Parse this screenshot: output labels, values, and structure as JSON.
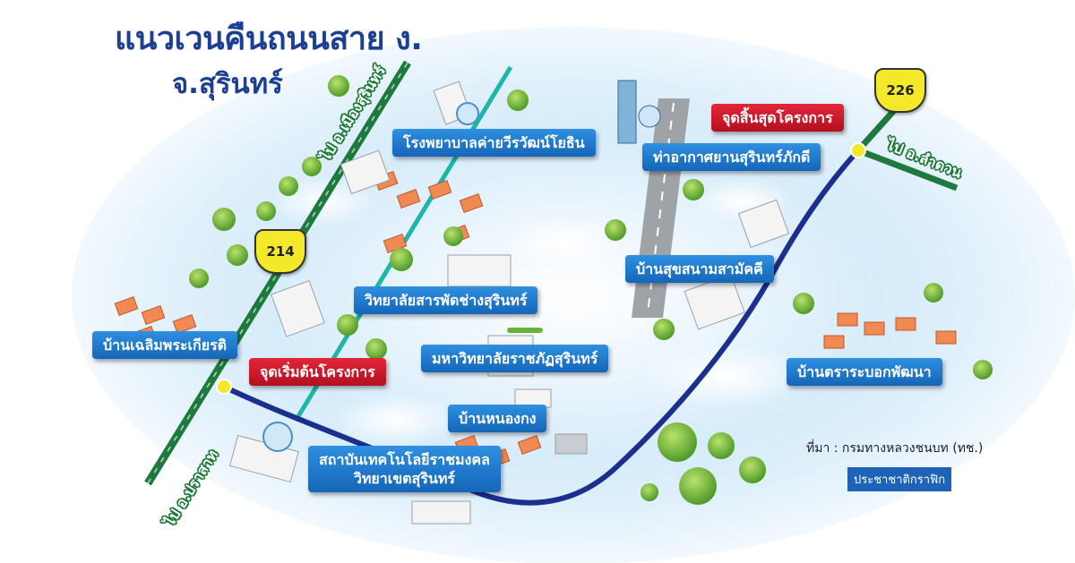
{
  "title": {
    "line1": "แนวเวนคืนถนนสาย ง.",
    "line2": "จ.สุรินทร์"
  },
  "places": [
    {
      "id": "hospital",
      "label": "โรงพยาบาลค่ายวีรวัฒน์โยธิน",
      "style": "blue"
    },
    {
      "id": "airport",
      "label": "ท่าอากาศยานสุรินทร์ภักดี",
      "style": "blue"
    },
    {
      "id": "vocational",
      "label": "วิทยาลัยสารพัดช่างสุรินทร์",
      "style": "blue"
    },
    {
      "id": "ban-sukhasanam",
      "label": "บ้านสุขสนามสามัคคี",
      "style": "blue"
    },
    {
      "id": "ban-chalerm",
      "label": "บ้านเฉลิมพระเกียรติ",
      "style": "blue"
    },
    {
      "id": "rajabhat",
      "label": "มหาวิทยาลัยราชภัฏสุรินทร์",
      "style": "blue"
    },
    {
      "id": "ban-tra",
      "label": "บ้านตราระบอกพัฒนา",
      "style": "blue"
    },
    {
      "id": "ban-nongkong",
      "label": "บ้านหนองกง",
      "style": "blue"
    },
    {
      "id": "rmut",
      "label": "สถาบันเทคโนโลยีราชมงคล\nวิทยาเขตสุรินทร์",
      "style": "blue"
    },
    {
      "id": "start-point",
      "label": "จุดเริ่มต้นโครงการ",
      "style": "red"
    },
    {
      "id": "end-point",
      "label": "จุดสิ้นสุดโครงการ",
      "style": "red"
    }
  ],
  "routes": [
    {
      "id": "route-214",
      "number": "214"
    },
    {
      "id": "route-226",
      "number": "226"
    }
  ],
  "directions": [
    {
      "id": "to-mueang",
      "label": "ไป อ.เมืองสุรินทร์"
    },
    {
      "id": "to-prasat",
      "label": "ไป อ.ปราสาท"
    },
    {
      "id": "to-lamduan",
      "label": "ไป อ.ลำดวน"
    }
  ],
  "source": "ที่มา : กรมทางหลวงชนบท (ทช.)",
  "brand": "ประชาชาติกราฟิก",
  "colors": {
    "highway": "#1e7a3c",
    "project_road": "#1b2f8f",
    "rail": "#1fb5a8",
    "label_blue": "#1f75c9",
    "label_red": "#c8192b",
    "title": "#1c3f94",
    "shield": "#f3e92a"
  }
}
